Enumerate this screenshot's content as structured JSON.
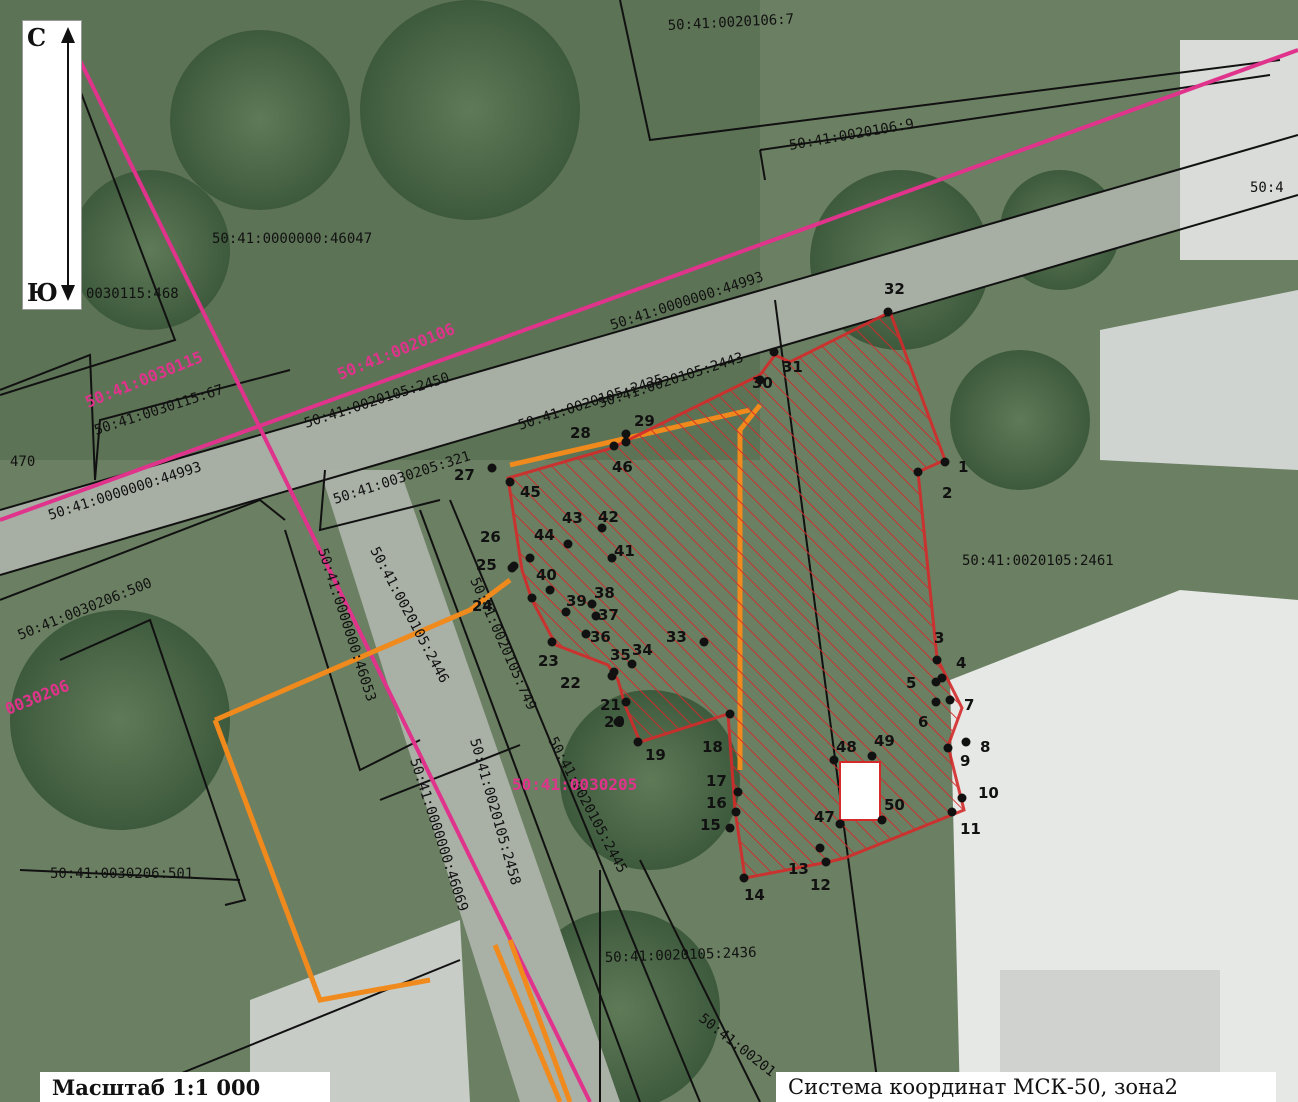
{
  "map": {
    "north_label": "С",
    "south_label": "Ю",
    "scale_caption": "Масштаб 1:1 000",
    "crs_caption": "Система координат МСК-50, зона2",
    "parcel_labels": [
      "50:41:0020106:7",
      "50:41:0020106:9",
      "50:41:0000000:46047",
      "50:41:0000000:44993",
      "0030115:468",
      "50:41:0030115:67",
      "50:41:0020105:2450",
      "50:41:0020105:2435",
      "50:41:0020105:2443",
      "50:41:0030205:321",
      "470",
      "50:41:0000000:44993",
      "50:41:0030206:500",
      "50:41:0000000:46053",
      "50:41:0020105:2446",
      "50:41:0020105:749",
      "50:41:0020105:2461",
      "50:41:0030206:501",
      "50:41:0000000:46069",
      "50:41:0020105:2458",
      "50:41:0020105:2445",
      "50:41:0020105:2436",
      "50:41:00201",
      "50:4"
    ],
    "quarter_labels": [
      "50:41:0020106",
      "50:41:0030115",
      "50:41:0030205",
      "0030206"
    ],
    "point_labels": [
      "1",
      "2",
      "3",
      "4",
      "5",
      "6",
      "7",
      "8",
      "9",
      "10",
      "11",
      "12",
      "13",
      "14",
      "15",
      "16",
      "17",
      "18",
      "19",
      "20",
      "21",
      "22",
      "23",
      "24",
      "25",
      "26",
      "27",
      "28",
      "29",
      "30",
      "31",
      "32",
      "33",
      "34",
      "35",
      "36",
      "37",
      "38",
      "39",
      "40",
      "41",
      "42",
      "43",
      "44",
      "45",
      "46",
      "47",
      "48",
      "49",
      "50"
    ],
    "colors": {
      "parcel_border": "#111111",
      "quarter_boundary": "#e0338c",
      "target_parcel": "#d42a2a",
      "utility_line": "#f08a1c"
    }
  }
}
